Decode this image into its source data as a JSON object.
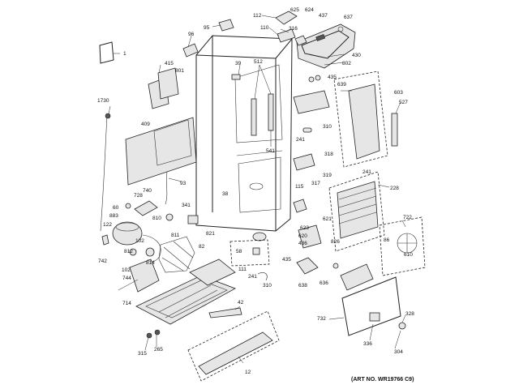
{
  "art_number": "(ART NO. WR19766 C9)",
  "parts": {
    "p1": "1",
    "p12": "12",
    "p38": "38",
    "p39": "39",
    "p42": "42",
    "p58": "58",
    "p60": "60",
    "p82": "82",
    "p86": "86",
    "p93": "93",
    "p95": "95",
    "p96": "96",
    "p102a": "102",
    "p102b": "102",
    "p110": "110",
    "p111": "111",
    "p112": "112",
    "p115": "115",
    "p122": "122",
    "p228": "228",
    "p241a": "241",
    "p241b": "241",
    "p241c": "241",
    "p265": "265",
    "p304": "304",
    "p310a": "310",
    "p310b": "310",
    "p315": "315",
    "p316": "316",
    "p317": "317",
    "p318": "318",
    "p319": "319",
    "p328": "328",
    "p336": "336",
    "p341": "341",
    "p409": "409",
    "p415": "415",
    "p430": "430",
    "p435a": "435",
    "p435b": "435",
    "p436": "436",
    "p437": "437",
    "p512": "512",
    "p527": "527",
    "p541": "541",
    "p603": "603",
    "p610": "610",
    "p620": "620",
    "p621": "621",
    "p623": "623",
    "p624": "624",
    "p625": "625",
    "p636": "636",
    "p637": "637",
    "p638": "638",
    "p639": "639",
    "p714": "714",
    "p722": "722",
    "p728": "728",
    "p732": "732",
    "p740": "740",
    "p742": "742",
    "p744": "744",
    "p801": "801",
    "p802": "802",
    "p810": "810",
    "p811": "811",
    "p812": "812",
    "p814": "814",
    "p821": "821",
    "p826": "826",
    "p883": "883",
    "p1730": "1730"
  }
}
